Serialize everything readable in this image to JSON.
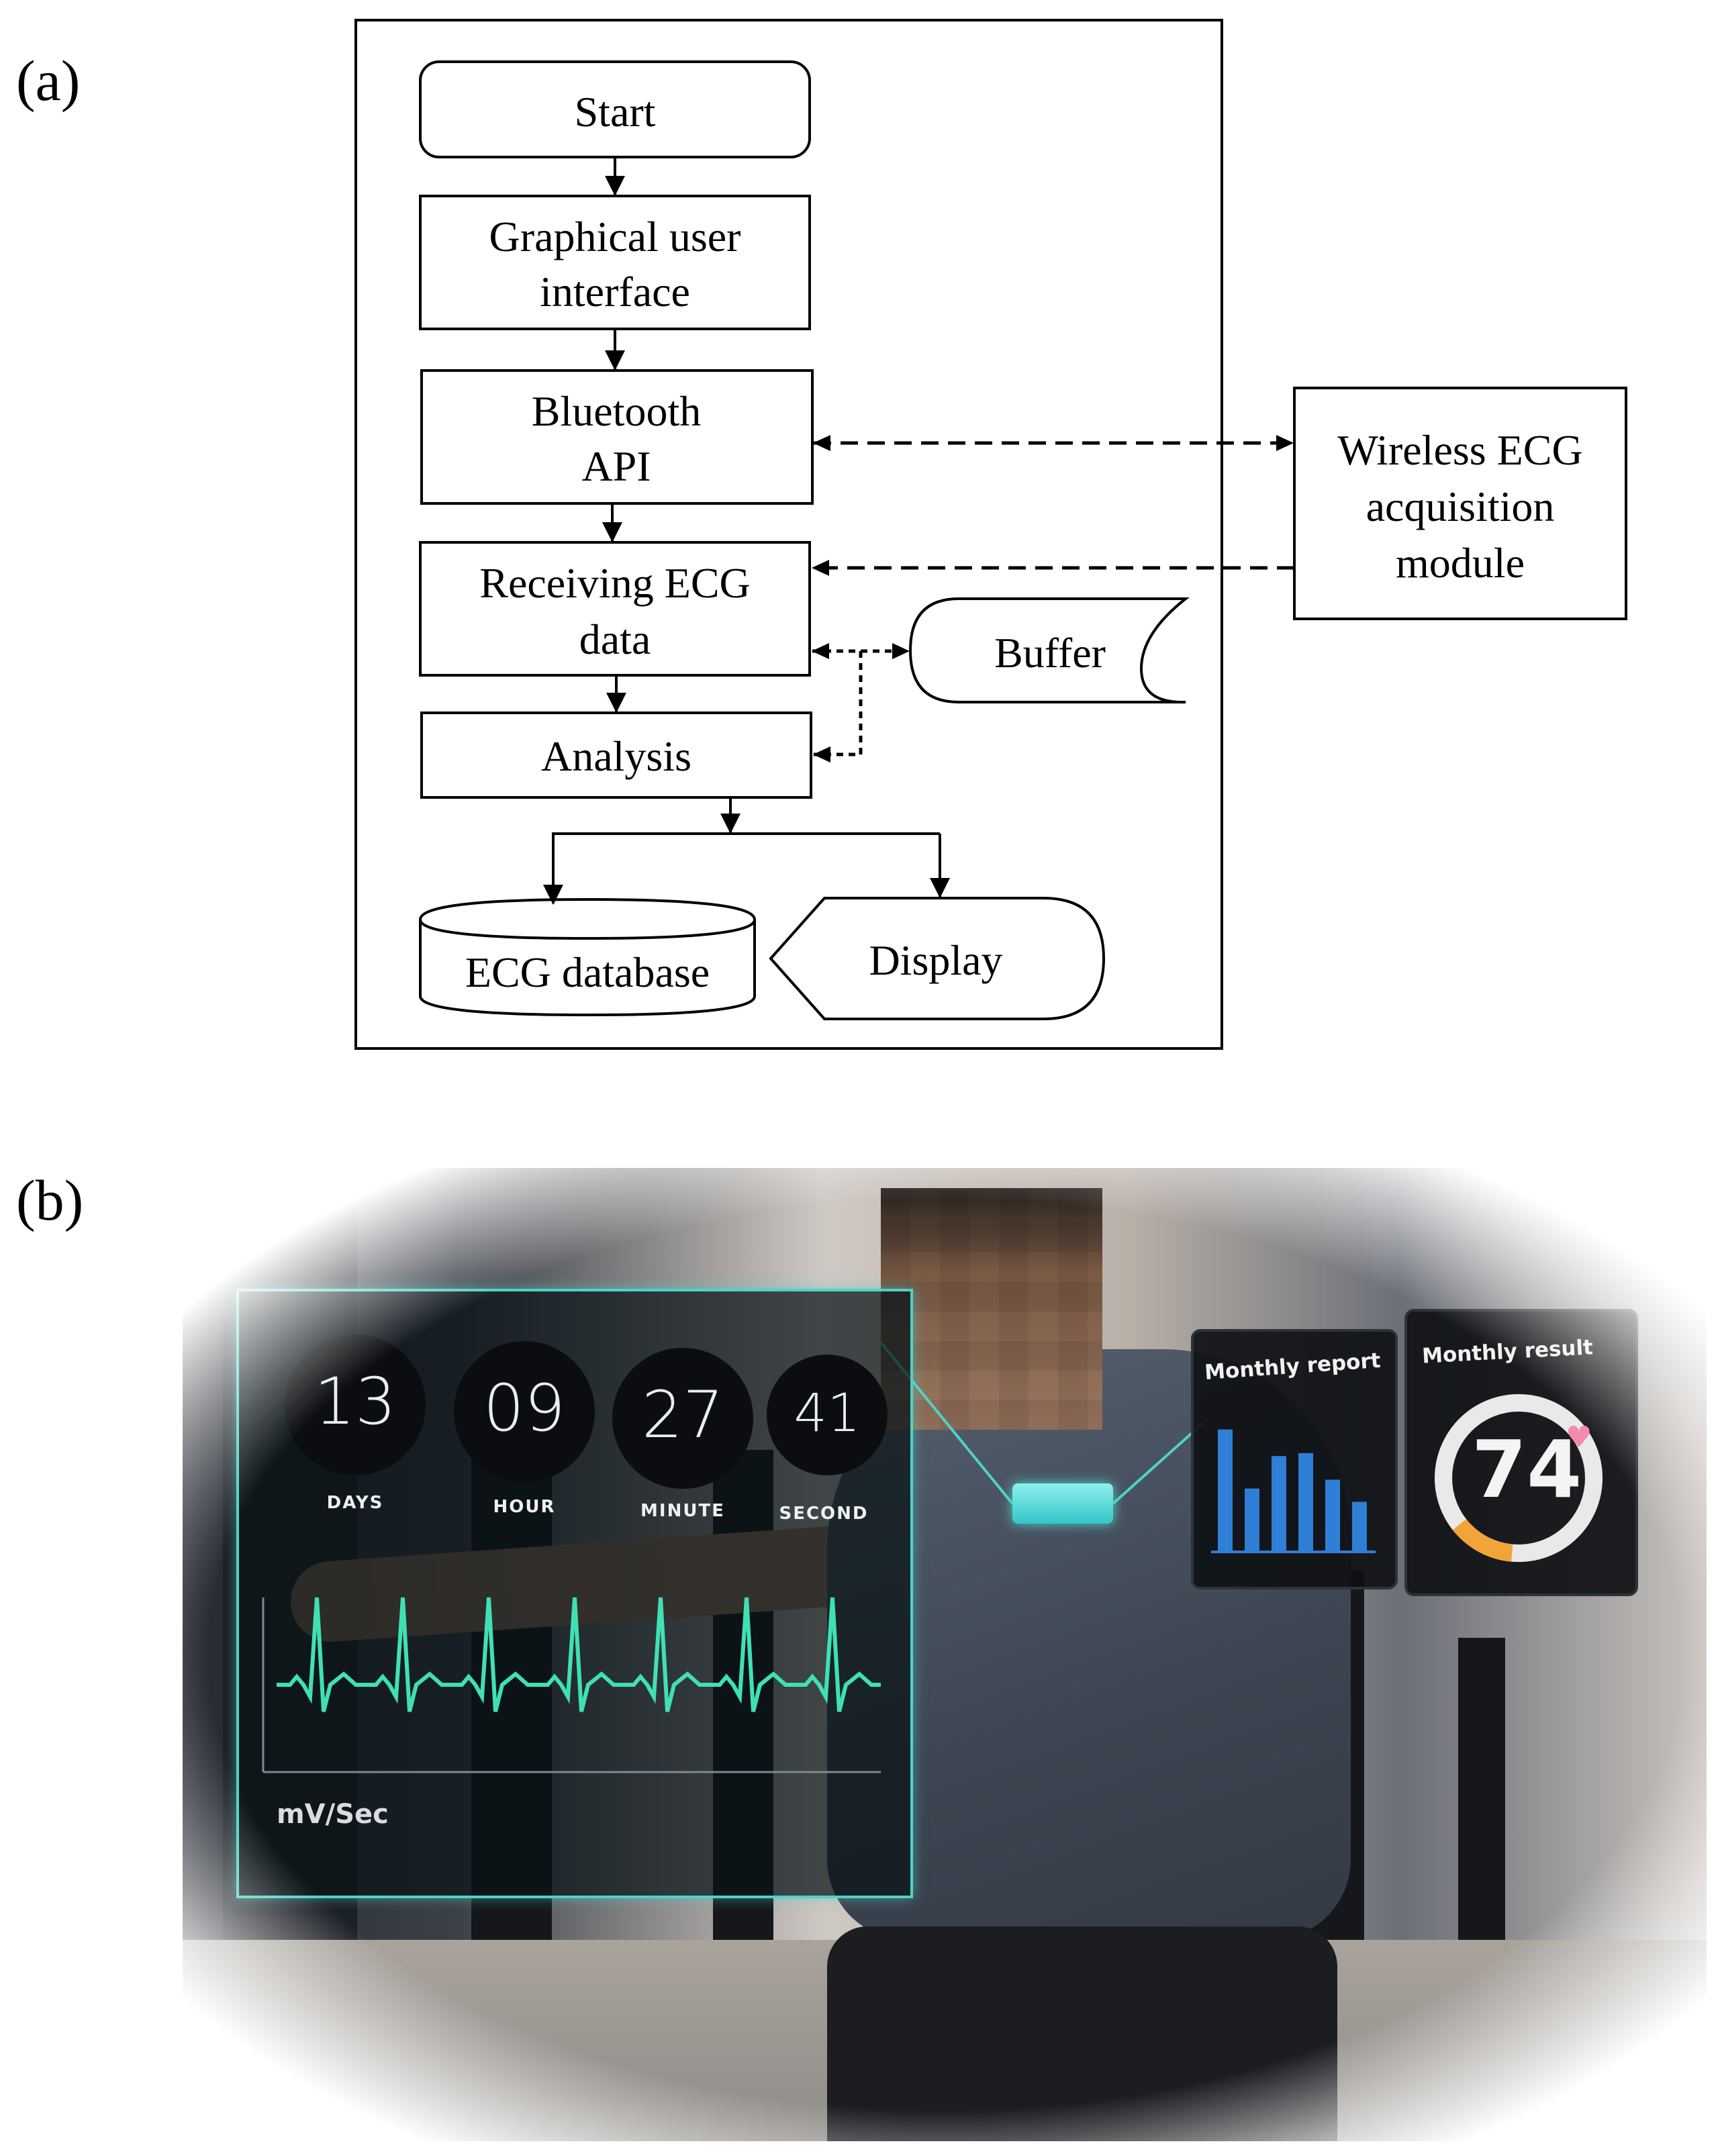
{
  "panels": {
    "a_label": "(a)",
    "b_label": "(b)"
  },
  "flowchart": {
    "start": "Start",
    "gui_line1": "Graphical user",
    "gui_line2": "interface",
    "bt_line1": "Bluetooth",
    "bt_line2": "API",
    "recv_line1": "Receiving ECG",
    "recv_line2": "data",
    "analysis": "Analysis",
    "buffer": "Buffer",
    "wireless_line1": "Wireless ECG",
    "wireless_line2": "acquisition",
    "wireless_line3": "module",
    "database": "ECG database",
    "display": "Display"
  },
  "photo": {
    "timer": {
      "days_value": "13",
      "days_label": "DAYS",
      "hour_value": "09",
      "hour_label": "HOUR",
      "minute_value": "27",
      "minute_label": "MINUTE",
      "second_value": "41",
      "second_label": "SECOND"
    },
    "ecg_units": "mV/Sec",
    "monthly_report_title": "Monthly report",
    "monthly_report_bars": [
      0.82,
      0.42,
      0.64,
      0.66,
      0.48,
      0.33
    ],
    "monthly_result_title": "Monthly result",
    "monthly_result_value": "74",
    "monthly_result_fraction": 0.74,
    "colors": {
      "hud_accent": "#4fd2c8",
      "ecg_trace": "#3fe0b4",
      "bar": "#2f7fd6",
      "ring": "#f2a43a"
    }
  }
}
